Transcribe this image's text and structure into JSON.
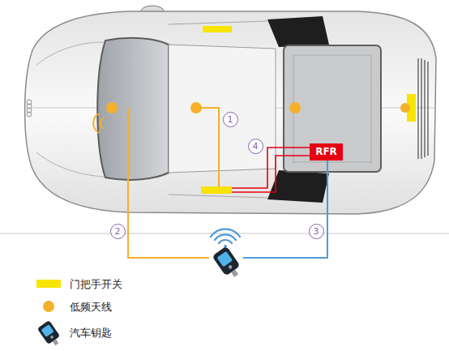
{
  "diagram": {
    "nodes": [
      {
        "text": [
          "RFR"
        ]
      }
    ],
    "labels": [
      "1",
      "2",
      "3",
      "4"
    ],
    "legend": [
      {
        "text": "门把手开关",
        "color": "#f7e400"
      },
      {
        "text": "低频天线",
        "color": "#f4b02a"
      },
      {
        "text": "汽车钥匙"
      }
    ]
  }
}
